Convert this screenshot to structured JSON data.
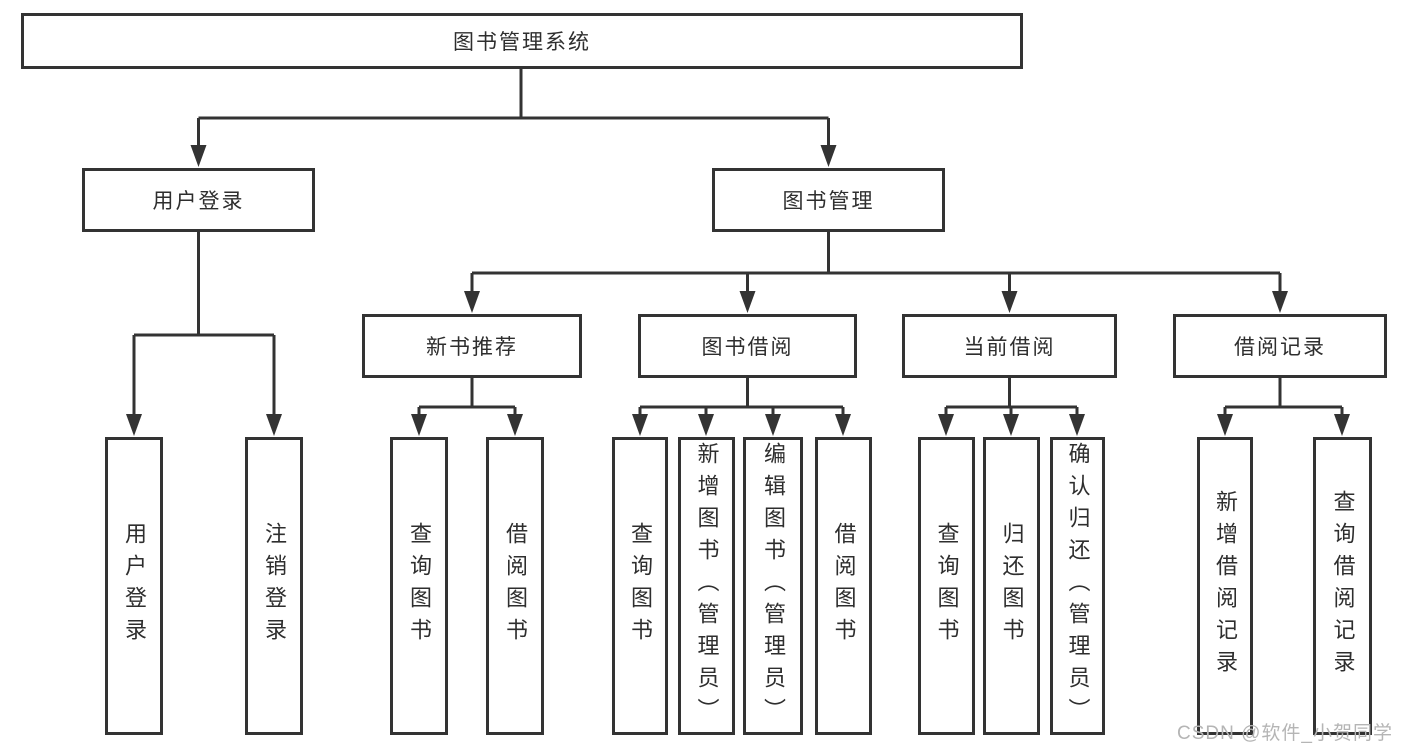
{
  "page": {
    "background": "#ffffff",
    "line_color": "#333333",
    "text_color": "#2e2e2e",
    "watermark_color": "#b5b5b5"
  },
  "diagram": {
    "root": {
      "label": "图书管理系统"
    },
    "modules": [
      {
        "label": "用户登录"
      },
      {
        "label": "图书管理"
      }
    ],
    "features": [
      {
        "label": "新书推荐",
        "parent": "图书管理"
      },
      {
        "label": "图书借阅",
        "parent": "图书管理"
      },
      {
        "label": "当前借阅",
        "parent": "图书管理"
      },
      {
        "label": "借阅记录",
        "parent": "图书管理"
      }
    ],
    "operations": [
      {
        "label": "用户登录",
        "parent": "用户登录"
      },
      {
        "label": "注销登录",
        "parent": "用户登录"
      },
      {
        "label": "查询图书",
        "parent": "新书推荐"
      },
      {
        "label": "借阅图书",
        "parent": "新书推荐"
      },
      {
        "label": "查询图书",
        "parent": "图书借阅"
      },
      {
        "label": "新增图书（管理员）",
        "parent": "图书借阅"
      },
      {
        "label": "编辑图书（管理员）",
        "parent": "图书借阅"
      },
      {
        "label": "借阅图书",
        "parent": "图书借阅"
      },
      {
        "label": "查询图书",
        "parent": "当前借阅"
      },
      {
        "label": "归还图书",
        "parent": "当前借阅"
      },
      {
        "label": "确认归还（管理员）",
        "parent": "当前借阅"
      },
      {
        "label": "新增借阅记录",
        "parent": "借阅记录"
      },
      {
        "label": "查询借阅记录",
        "parent": "借阅记录"
      }
    ]
  },
  "watermark": {
    "text": "CSDN @软件_小贺同学"
  }
}
